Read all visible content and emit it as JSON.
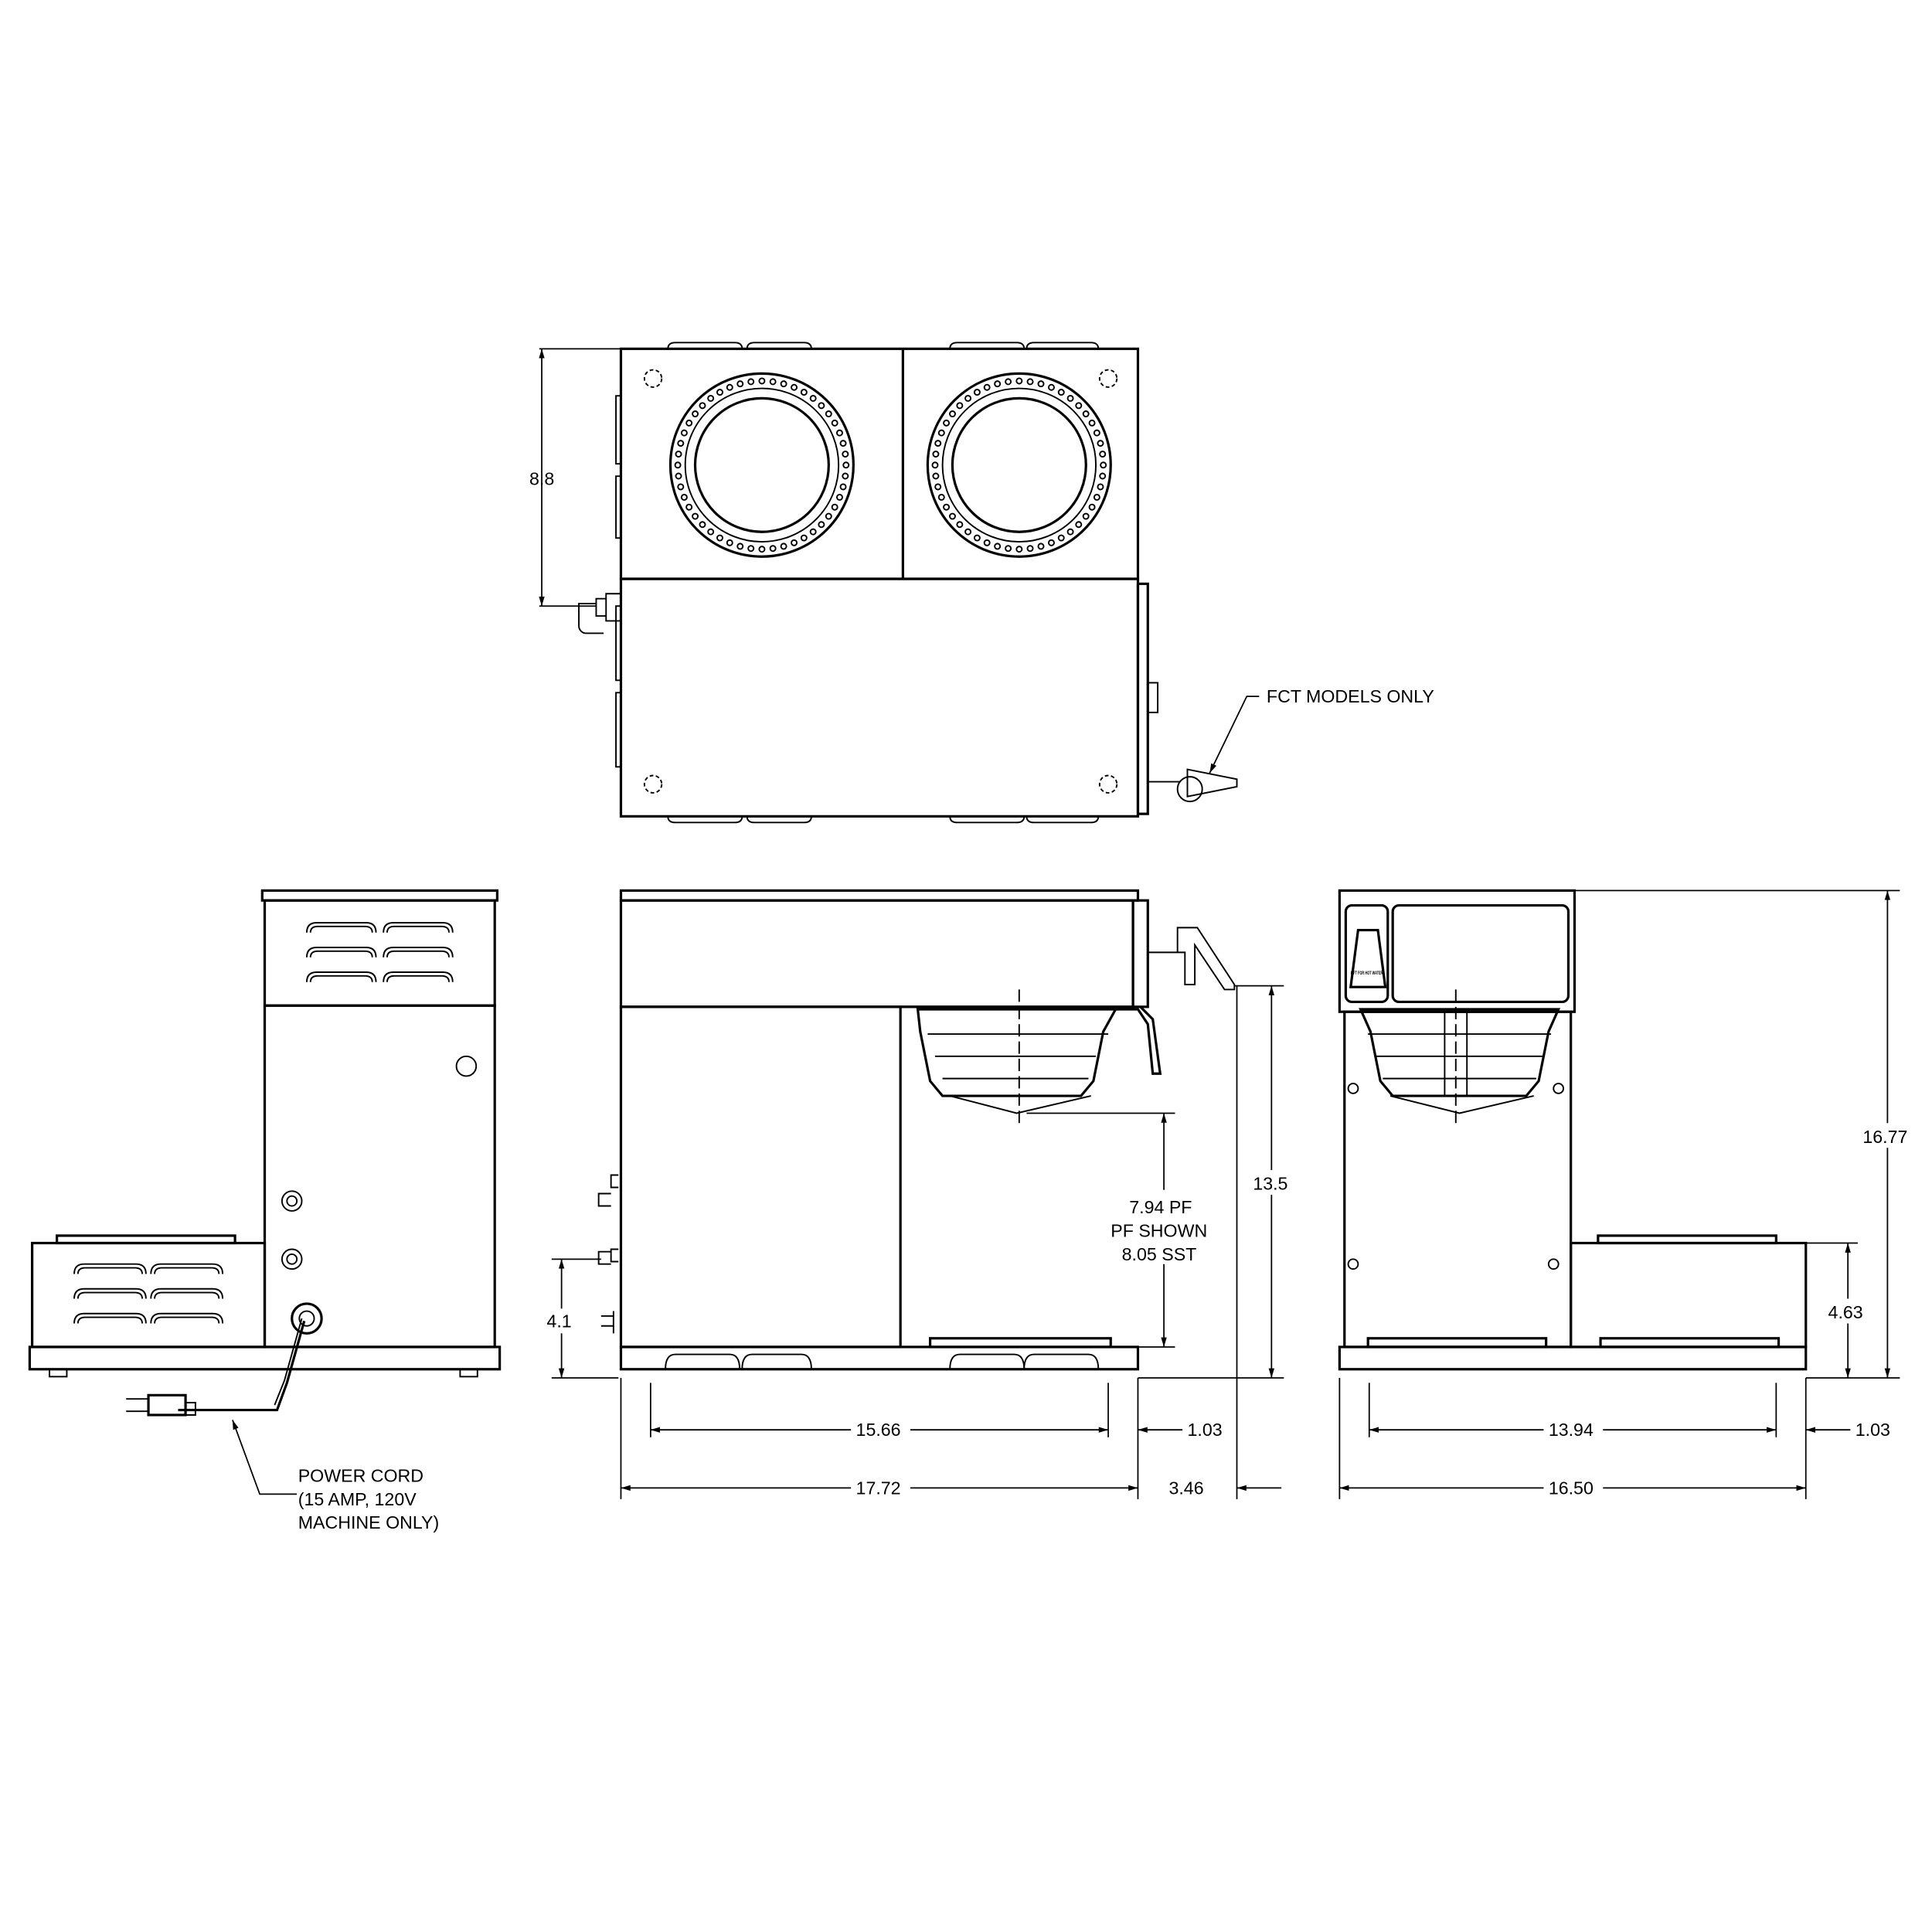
{
  "top_view": {
    "height_dim": "8.8",
    "callout": "FCT MODELS ONLY"
  },
  "left_side_view": {
    "callout_lines": [
      "POWER CORD",
      "(15 AMP, 120V",
      "MACHINE ONLY)"
    ]
  },
  "front_view": {
    "funnel_clearance_lines": [
      "7.94 PF",
      "PF SHOWN",
      "8.05 SST"
    ],
    "inlet_height": "4.1",
    "height": "13.5",
    "foot_spacing": "15.66",
    "foot_offset": "1.03",
    "width": "17.72",
    "faucet_depth": "3.46"
  },
  "right_side_view": {
    "faucet_label": "LIFT FOR HOT WATER",
    "warmer_height": "4.63",
    "height": "16.77",
    "foot_spacing": "13.94",
    "foot_offset": "1.03",
    "depth": "16.50"
  }
}
